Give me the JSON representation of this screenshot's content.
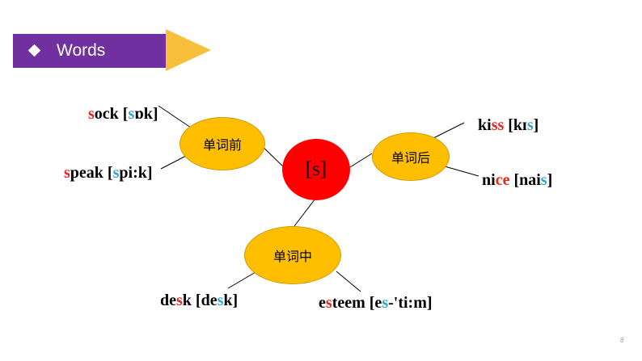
{
  "header": {
    "title": "Words",
    "bar_color": "#70309f",
    "arrow_color": "#f8bf3a"
  },
  "center": {
    "label": "[s]",
    "color": "#ff0000"
  },
  "nodes": {
    "before": "单词前",
    "after": "单词后",
    "middle": "单词中",
    "color": "#ffbf00"
  },
  "words": {
    "sock": {
      "a": "s",
      "b": "ock [",
      "c": "s",
      "d": "ɒk]"
    },
    "speak": {
      "a": "s",
      "b": "peak [",
      "c": "s",
      "d": "pi:k]"
    },
    "kiss": {
      "a": "ki",
      "b": "ss",
      "c": " [kɪ",
      "d": "s",
      "e": "]"
    },
    "nice": {
      "a": "ni",
      "b": "ce",
      "c": " [nai",
      "d": "s",
      "e": "]"
    },
    "desk": {
      "a": "de",
      "b": "s",
      "c": "k [de",
      "d": "s",
      "e": "k]"
    },
    "esteem": {
      "a": "e",
      "b": "s",
      "c": "teem [e",
      "d": "s",
      "e": "-'ti:m]"
    }
  },
  "page_number": "8"
}
